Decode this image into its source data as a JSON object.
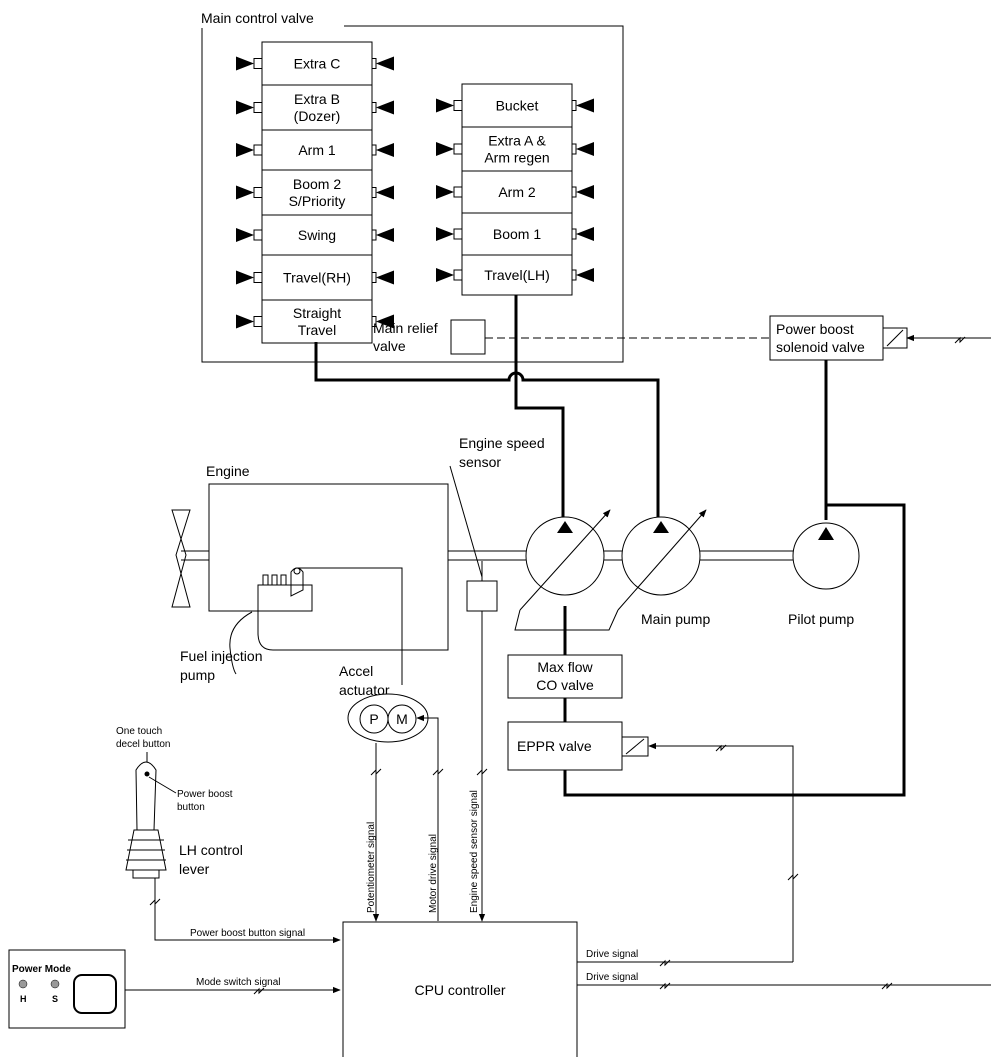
{
  "main_control_valve": {
    "title": "Main control valve",
    "left_spools": [
      "Extra C",
      [
        "Extra B",
        "(Dozer)"
      ],
      "Arm 1",
      [
        "Boom 2",
        "S/Priority"
      ],
      "Swing",
      "Travel(RH)",
      [
        "Straight",
        "Travel"
      ]
    ],
    "right_spools": [
      "Bucket",
      [
        "Extra A &",
        "Arm regen"
      ],
      "Arm 2",
      "Boom 1",
      "Travel(LH)"
    ],
    "main_relief_valve": [
      "Main relief",
      "valve"
    ]
  },
  "power_boost_solenoid_valve": [
    "Power boost",
    "solenoid valve"
  ],
  "engine": {
    "title": "Engine",
    "fuel_injection_pump": [
      "Fuel injection",
      "pump"
    ],
    "engine_speed_sensor": [
      "Engine speed",
      "sensor"
    ]
  },
  "accel_actuator": {
    "label": [
      "Accel",
      "actuator"
    ],
    "p_label": "P",
    "m_label": "M"
  },
  "pumps": {
    "main_pump": "Main pump",
    "pilot_pump": "Pilot pump"
  },
  "max_flow_co_valve": [
    "Max flow",
    "CO valve"
  ],
  "eppr_valve": "EPPR valve",
  "lh_control_lever": {
    "one_touch_decel": [
      "One touch",
      "decel button"
    ],
    "power_boost_button": [
      "Power boost",
      "button"
    ],
    "label": [
      "LH control",
      "lever"
    ]
  },
  "signals": {
    "potentiometer": "Potentiometer signal",
    "motor_drive": "Motor drive signal",
    "engine_speed_sensor": "Engine speed sensor signal",
    "power_boost_button": "Power boost button signal",
    "mode_switch": "Mode switch signal",
    "drive_1": "Drive signal",
    "drive_2": "Drive signal"
  },
  "power_mode_panel": {
    "title": "Power Mode",
    "h": "H",
    "s": "S"
  },
  "cpu_controller": "CPU controller"
}
